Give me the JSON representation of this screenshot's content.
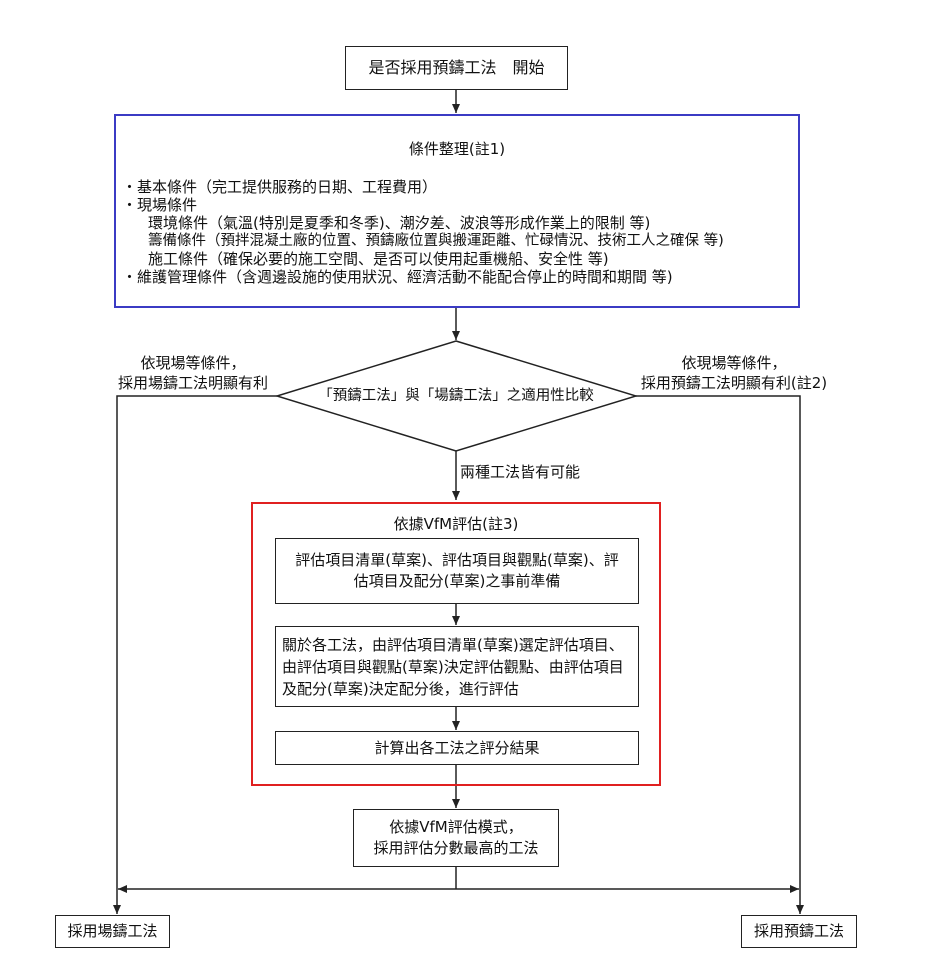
{
  "start": {
    "label": "是否採用預鑄工法　開始"
  },
  "conditions": {
    "title": "條件整理(註1)",
    "lines": [
      "・基本條件（完工提供服務的日期、工程費用）",
      "・現場條件",
      "環境條件（氣溫(特別是夏季和冬季)、潮汐差、波浪等形成作業上的限制 等)",
      "籌備條件（預拌混凝土廠的位置、預鑄廠位置與搬運距離、忙碌情況、技術工人之確保 等)",
      "施工條件（確保必要的施工空間、是否可以使用起重機船、安全性 等)",
      "・維護管理條件（含週邊設施的使用狀況、經濟活動不能配合停止的時間和期間 等)"
    ]
  },
  "decision": {
    "label": "「預鑄工法」與「場鑄工法」之適用性比較"
  },
  "branch_left": {
    "line1": "依現場等條件，",
    "line2": "採用場鑄工法明顯有利"
  },
  "branch_right": {
    "line1": "依現場等條件，",
    "line2": "採用預鑄工法明顯有利(註2)"
  },
  "branch_down": {
    "label": "兩種工法皆有可能"
  },
  "vfm": {
    "title": "依據VfM評估(註3)",
    "step1": "評估項目清單(草案)、評估項目與觀點(草案)、評估項目及配分(草案)之事前準備",
    "step2": "關於各工法，由評估項目清單(草案)選定評估項目、由評估項目與觀點(草案)決定評估觀點、由評估項目及配分(草案)決定配分後，進行評估",
    "step3": "計算出各工法之評分結果"
  },
  "select": {
    "line1": "依據VfM評估模式，",
    "line2": "採用評估分數最高的工法"
  },
  "result_left": {
    "label": "採用場鑄工法"
  },
  "result_right": {
    "label": "採用預鑄工法"
  },
  "colors": {
    "conditions_border": "#3b3bc4",
    "vfm_border": "#e02020",
    "line": "#222222"
  }
}
